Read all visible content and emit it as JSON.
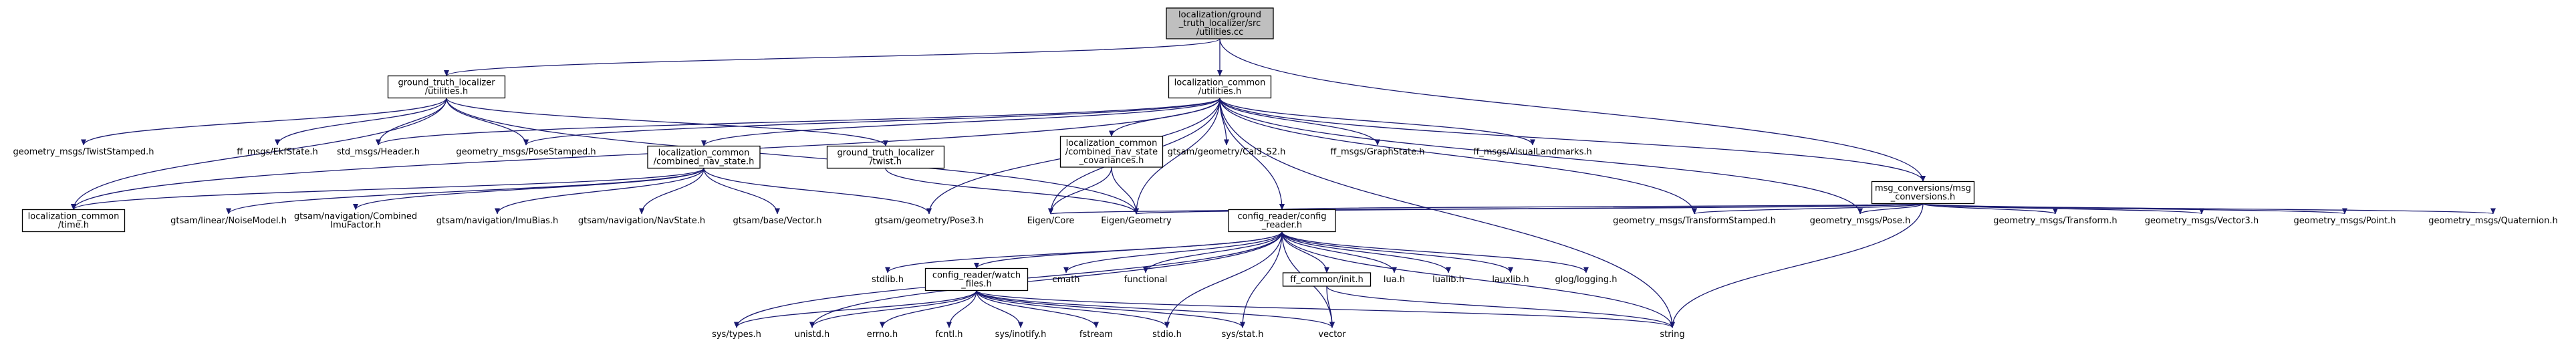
{
  "colors": {
    "edge": "#191970",
    "root_fill": "#bfbfbf",
    "root_border": "#000000",
    "linked_border": "#000000",
    "external_text": "#000000",
    "background": "#ffffff"
  },
  "nodes": [
    {
      "id": "root",
      "lines": [
        "localization/ground",
        "_truth_localizer/src",
        "/utilities.cc"
      ],
      "kind": "root"
    },
    {
      "id": "gtl_utilities",
      "lines": [
        "ground_truth_localizer",
        "/utilities.h"
      ],
      "kind": "linked"
    },
    {
      "id": "lc_utilities",
      "lines": [
        "localization_common",
        "/utilities.h"
      ],
      "kind": "linked"
    },
    {
      "id": "msg_conv",
      "lines": [
        "msg_conversions/msg",
        "_conversions.h"
      ],
      "kind": "linked"
    },
    {
      "id": "twist_stamped",
      "lines": [
        "geometry_msgs/TwistStamped.h"
      ],
      "kind": "external"
    },
    {
      "id": "ekf_state",
      "lines": [
        "ff_msgs/EkfState.h"
      ],
      "kind": "external"
    },
    {
      "id": "std_header",
      "lines": [
        "std_msgs/Header.h"
      ],
      "kind": "external"
    },
    {
      "id": "pose_stamped",
      "lines": [
        "geometry_msgs/PoseStamped.h"
      ],
      "kind": "external"
    },
    {
      "id": "cnsc",
      "lines": [
        "localization_common",
        "/combined_nav_state",
        "_covariances.h"
      ],
      "kind": "linked"
    },
    {
      "id": "cal3",
      "lines": [
        "gtsam/geometry/Cal3_S2.h"
      ],
      "kind": "external"
    },
    {
      "id": "graph_state",
      "lines": [
        "ff_msgs/GraphState.h"
      ],
      "kind": "external"
    },
    {
      "id": "visual_landmarks",
      "lines": [
        "ff_msgs/VisualLandmarks.h"
      ],
      "kind": "external"
    },
    {
      "id": "cns",
      "lines": [
        "localization_common",
        "/combined_nav_state.h"
      ],
      "kind": "linked"
    },
    {
      "id": "gtl_twist",
      "lines": [
        "ground_truth_localizer",
        "/twist.h"
      ],
      "kind": "linked"
    },
    {
      "id": "lc_time",
      "lines": [
        "localization_common",
        "/time.h"
      ],
      "kind": "linked"
    },
    {
      "id": "noise_model",
      "lines": [
        "gtsam/linear/NoiseModel.h"
      ],
      "kind": "external"
    },
    {
      "id": "cimu",
      "lines": [
        "gtsam/navigation/Combined",
        "ImuFactor.h"
      ],
      "kind": "external"
    },
    {
      "id": "imu_bias",
      "lines": [
        "gtsam/navigation/ImuBias.h"
      ],
      "kind": "external"
    },
    {
      "id": "nav_state",
      "lines": [
        "gtsam/navigation/NavState.h"
      ],
      "kind": "external"
    },
    {
      "id": "vector_h",
      "lines": [
        "gtsam/base/Vector.h"
      ],
      "kind": "external"
    },
    {
      "id": "pose3",
      "lines": [
        "gtsam/geometry/Pose3.h"
      ],
      "kind": "external"
    },
    {
      "id": "eigen_core",
      "lines": [
        "Eigen/Core"
      ],
      "kind": "external"
    },
    {
      "id": "eigen_geom",
      "lines": [
        "Eigen/Geometry"
      ],
      "kind": "external"
    },
    {
      "id": "config_reader",
      "lines": [
        "config_reader/config",
        "_reader.h"
      ],
      "kind": "linked"
    },
    {
      "id": "transform_stamped",
      "lines": [
        "geometry_msgs/TransformStamped.h"
      ],
      "kind": "external"
    },
    {
      "id": "geo_pose",
      "lines": [
        "geometry_msgs/Pose.h"
      ],
      "kind": "external"
    },
    {
      "id": "geo_transform",
      "lines": [
        "geometry_msgs/Transform.h"
      ],
      "kind": "external"
    },
    {
      "id": "geo_vector3",
      "lines": [
        "geometry_msgs/Vector3.h"
      ],
      "kind": "external"
    },
    {
      "id": "geo_point",
      "lines": [
        "geometry_msgs/Point.h"
      ],
      "kind": "external"
    },
    {
      "id": "geo_quat",
      "lines": [
        "geometry_msgs/Quaternion.h"
      ],
      "kind": "external"
    },
    {
      "id": "stdlib",
      "lines": [
        "stdlib.h"
      ],
      "kind": "external"
    },
    {
      "id": "watch_files",
      "lines": [
        "config_reader/watch",
        "_files.h"
      ],
      "kind": "linked"
    },
    {
      "id": "cmath",
      "lines": [
        "cmath"
      ],
      "kind": "external"
    },
    {
      "id": "functional",
      "lines": [
        "functional"
      ],
      "kind": "external"
    },
    {
      "id": "ff_init",
      "lines": [
        "ff_common/init.h"
      ],
      "kind": "linked"
    },
    {
      "id": "lua",
      "lines": [
        "lua.h"
      ],
      "kind": "external"
    },
    {
      "id": "lualib",
      "lines": [
        "lualib.h"
      ],
      "kind": "external"
    },
    {
      "id": "lauxlib",
      "lines": [
        "lauxlib.h"
      ],
      "kind": "external"
    },
    {
      "id": "glog",
      "lines": [
        "glog/logging.h"
      ],
      "kind": "external"
    },
    {
      "id": "sys_types",
      "lines": [
        "sys/types.h"
      ],
      "kind": "external"
    },
    {
      "id": "unistd",
      "lines": [
        "unistd.h"
      ],
      "kind": "external"
    },
    {
      "id": "errno",
      "lines": [
        "errno.h"
      ],
      "kind": "external"
    },
    {
      "id": "fcntl",
      "lines": [
        "fcntl.h"
      ],
      "kind": "external"
    },
    {
      "id": "inotify",
      "lines": [
        "sys/inotify.h"
      ],
      "kind": "external"
    },
    {
      "id": "fstream",
      "lines": [
        "fstream"
      ],
      "kind": "external"
    },
    {
      "id": "stdio",
      "lines": [
        "stdio.h"
      ],
      "kind": "external"
    },
    {
      "id": "sys_stat",
      "lines": [
        "sys/stat.h"
      ],
      "kind": "external"
    },
    {
      "id": "vector",
      "lines": [
        "vector"
      ],
      "kind": "external"
    },
    {
      "id": "string",
      "lines": [
        "string"
      ],
      "kind": "external"
    }
  ],
  "edges": [
    [
      "root",
      "gtl_utilities"
    ],
    [
      "root",
      "lc_utilities"
    ],
    [
      "root",
      "msg_conv"
    ],
    [
      "gtl_utilities",
      "twist_stamped"
    ],
    [
      "gtl_utilities",
      "ekf_state"
    ],
    [
      "gtl_utilities",
      "std_header"
    ],
    [
      "gtl_utilities",
      "pose_stamped"
    ],
    [
      "gtl_utilities",
      "gtl_twist"
    ],
    [
      "gtl_utilities",
      "lc_time"
    ],
    [
      "gtl_utilities",
      "eigen_geom"
    ],
    [
      "lc_utilities",
      "std_header"
    ],
    [
      "lc_utilities",
      "pose_stamped"
    ],
    [
      "lc_utilities",
      "cns"
    ],
    [
      "lc_utilities",
      "cnsc"
    ],
    [
      "lc_utilities",
      "cal3"
    ],
    [
      "lc_utilities",
      "graph_state"
    ],
    [
      "lc_utilities",
      "visual_landmarks"
    ],
    [
      "lc_utilities",
      "msg_conv"
    ],
    [
      "lc_utilities",
      "lc_time"
    ],
    [
      "lc_utilities",
      "pose3"
    ],
    [
      "lc_utilities",
      "eigen_core"
    ],
    [
      "lc_utilities",
      "eigen_geom"
    ],
    [
      "lc_utilities",
      "config_reader"
    ],
    [
      "lc_utilities",
      "transform_stamped"
    ],
    [
      "lc_utilities",
      "geo_pose"
    ],
    [
      "lc_utilities",
      "string"
    ],
    [
      "cnsc",
      "eigen_core"
    ],
    [
      "cnsc",
      "eigen_geom"
    ],
    [
      "cns",
      "lc_time"
    ],
    [
      "cns",
      "noise_model"
    ],
    [
      "cns",
      "cimu"
    ],
    [
      "cns",
      "imu_bias"
    ],
    [
      "cns",
      "nav_state"
    ],
    [
      "cns",
      "vector_h"
    ],
    [
      "cns",
      "pose3"
    ],
    [
      "gtl_twist",
      "eigen_geom"
    ],
    [
      "msg_conv",
      "eigen_core"
    ],
    [
      "msg_conv",
      "eigen_geom"
    ],
    [
      "msg_conv",
      "config_reader"
    ],
    [
      "msg_conv",
      "transform_stamped"
    ],
    [
      "msg_conv",
      "geo_pose"
    ],
    [
      "msg_conv",
      "geo_transform"
    ],
    [
      "msg_conv",
      "geo_vector3"
    ],
    [
      "msg_conv",
      "geo_point"
    ],
    [
      "msg_conv",
      "geo_quat"
    ],
    [
      "msg_conv",
      "string"
    ],
    [
      "config_reader",
      "stdlib"
    ],
    [
      "config_reader",
      "watch_files"
    ],
    [
      "config_reader",
      "cmath"
    ],
    [
      "config_reader",
      "functional"
    ],
    [
      "config_reader",
      "ff_init"
    ],
    [
      "config_reader",
      "lua"
    ],
    [
      "config_reader",
      "lualib"
    ],
    [
      "config_reader",
      "lauxlib"
    ],
    [
      "config_reader",
      "glog"
    ],
    [
      "config_reader",
      "sys_types"
    ],
    [
      "config_reader",
      "unistd"
    ],
    [
      "config_reader",
      "stdio"
    ],
    [
      "config_reader",
      "sys_stat"
    ],
    [
      "config_reader",
      "vector"
    ],
    [
      "config_reader",
      "string"
    ],
    [
      "watch_files",
      "sys_types"
    ],
    [
      "watch_files",
      "unistd"
    ],
    [
      "watch_files",
      "errno"
    ],
    [
      "watch_files",
      "fcntl"
    ],
    [
      "watch_files",
      "inotify"
    ],
    [
      "watch_files",
      "fstream"
    ],
    [
      "watch_files",
      "stdio"
    ],
    [
      "watch_files",
      "sys_stat"
    ],
    [
      "watch_files",
      "vector"
    ],
    [
      "watch_files",
      "string"
    ],
    [
      "ff_init",
      "vector"
    ],
    [
      "ff_init",
      "string"
    ]
  ]
}
